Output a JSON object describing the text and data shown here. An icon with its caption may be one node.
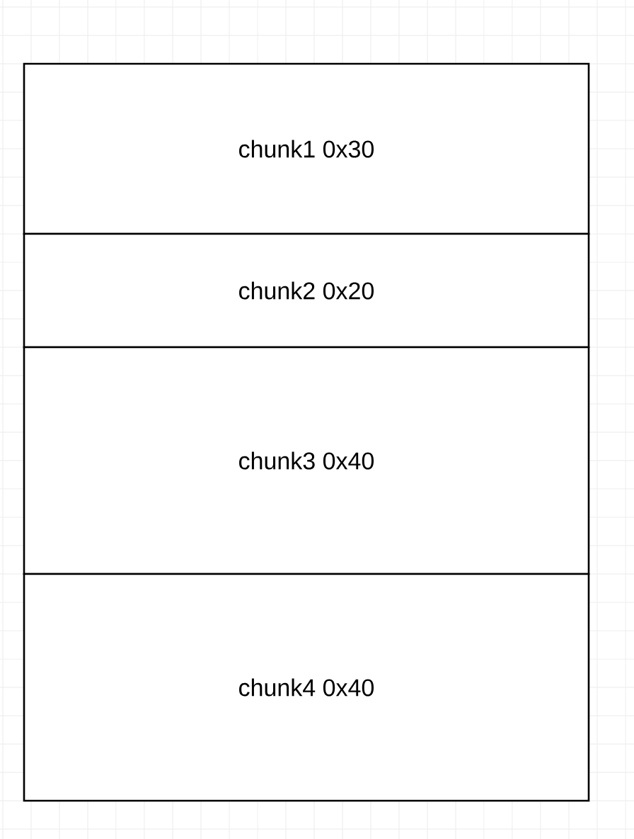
{
  "diagram": {
    "nodes": [
      {
        "text": [
          "chunk1 0x30"
        ]
      },
      {
        "text": [
          "chunk2 0x20"
        ]
      },
      {
        "text": [
          "chunk3 0x40"
        ]
      },
      {
        "text": [
          "chunk4 0x40"
        ]
      }
    ]
  }
}
